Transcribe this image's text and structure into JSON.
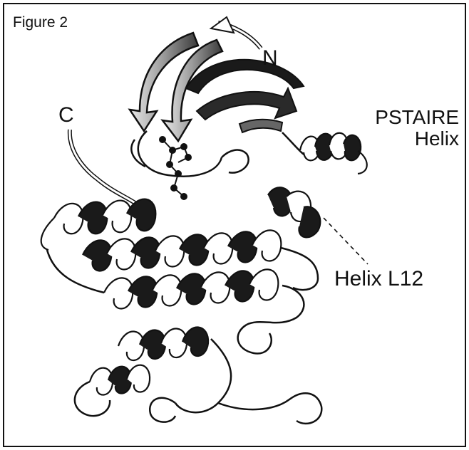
{
  "figure_label": "Figure 2",
  "labels": {
    "n_terminus": "N",
    "c_terminus": "C",
    "pstaire_line1": "PSTAIRE",
    "pstaire_line2": "Helix",
    "helix_l12": "Helix L12"
  }
}
